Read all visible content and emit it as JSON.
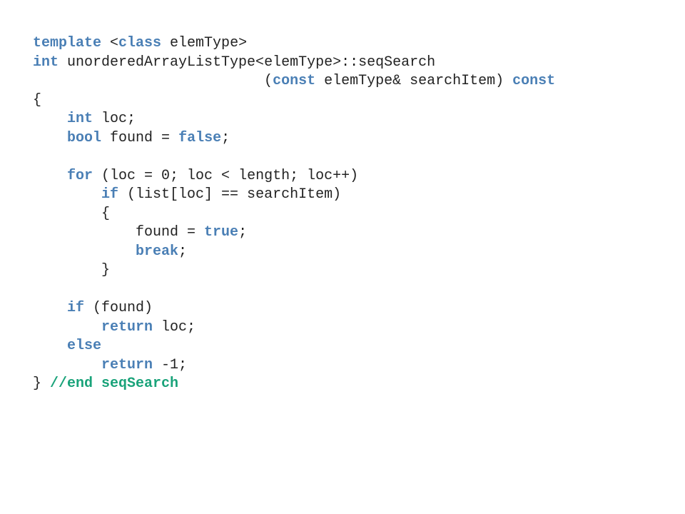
{
  "colors": {
    "keyword": "#4a7fb5",
    "comment": "#1aa37a",
    "text": "#222222",
    "background": "#ffffff"
  },
  "code": {
    "lines": [
      [
        {
          "t": "kw",
          "v": "template"
        },
        {
          "t": "tx",
          "v": " <"
        },
        {
          "t": "kw",
          "v": "class"
        },
        {
          "t": "tx",
          "v": " elemType>"
        }
      ],
      [
        {
          "t": "kw",
          "v": "int"
        },
        {
          "t": "tx",
          "v": " unorderedArrayListType<elemType>::seqSearch"
        }
      ],
      [
        {
          "t": "tx",
          "v": "                           ("
        },
        {
          "t": "kw",
          "v": "const"
        },
        {
          "t": "tx",
          "v": " elemType& searchItem) "
        },
        {
          "t": "kw",
          "v": "const"
        }
      ],
      [
        {
          "t": "tx",
          "v": "{"
        }
      ],
      [
        {
          "t": "tx",
          "v": "    "
        },
        {
          "t": "kw",
          "v": "int"
        },
        {
          "t": "tx",
          "v": " loc;"
        }
      ],
      [
        {
          "t": "tx",
          "v": "    "
        },
        {
          "t": "kw",
          "v": "bool"
        },
        {
          "t": "tx",
          "v": " found = "
        },
        {
          "t": "kw",
          "v": "false"
        },
        {
          "t": "tx",
          "v": ";"
        }
      ],
      [],
      [
        {
          "t": "tx",
          "v": "    "
        },
        {
          "t": "kw",
          "v": "for"
        },
        {
          "t": "tx",
          "v": " (loc = 0; loc < length; loc++)"
        }
      ],
      [
        {
          "t": "tx",
          "v": "        "
        },
        {
          "t": "kw",
          "v": "if"
        },
        {
          "t": "tx",
          "v": " (list[loc] == searchItem)"
        }
      ],
      [
        {
          "t": "tx",
          "v": "        {"
        }
      ],
      [
        {
          "t": "tx",
          "v": "            found = "
        },
        {
          "t": "kw",
          "v": "true"
        },
        {
          "t": "tx",
          "v": ";"
        }
      ],
      [
        {
          "t": "tx",
          "v": "            "
        },
        {
          "t": "kw",
          "v": "break"
        },
        {
          "t": "tx",
          "v": ";"
        }
      ],
      [
        {
          "t": "tx",
          "v": "        }"
        }
      ],
      [],
      [
        {
          "t": "tx",
          "v": "    "
        },
        {
          "t": "kw",
          "v": "if"
        },
        {
          "t": "tx",
          "v": " (found)"
        }
      ],
      [
        {
          "t": "tx",
          "v": "        "
        },
        {
          "t": "kw",
          "v": "return"
        },
        {
          "t": "tx",
          "v": " loc;"
        }
      ],
      [
        {
          "t": "tx",
          "v": "    "
        },
        {
          "t": "kw",
          "v": "else"
        }
      ],
      [
        {
          "t": "tx",
          "v": "        "
        },
        {
          "t": "kw",
          "v": "return"
        },
        {
          "t": "tx",
          "v": " -1;"
        }
      ],
      [
        {
          "t": "tx",
          "v": "} "
        },
        {
          "t": "cm",
          "v": "//end seqSearch"
        }
      ]
    ]
  }
}
